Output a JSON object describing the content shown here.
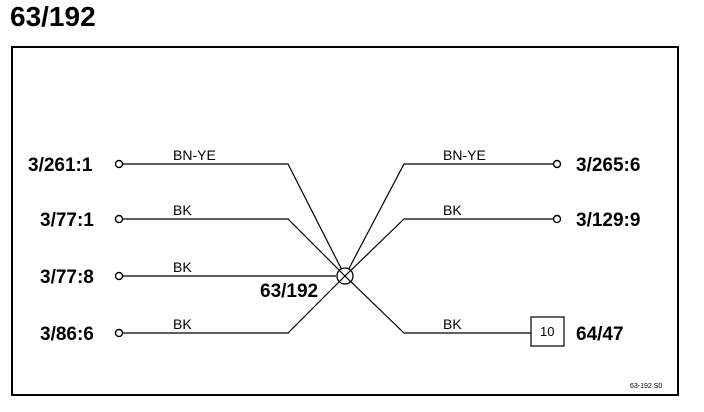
{
  "title": "63/192",
  "splice": {
    "label": "63/192"
  },
  "left_connections": [
    {
      "connector": "3/261:1",
      "wire": "BN-YE"
    },
    {
      "connector": "3/77:1",
      "wire": "BK"
    },
    {
      "connector": "3/77:8",
      "wire": "BK"
    },
    {
      "connector": "3/86:6",
      "wire": "BK"
    }
  ],
  "right_connections": [
    {
      "connector": "3/265:6",
      "wire": "BN-YE"
    },
    {
      "connector": "3/129:9",
      "wire": "BK"
    },
    {
      "connector": "64/47",
      "wire": "BK",
      "box": "10"
    }
  ],
  "footer_code": "63-192  S0"
}
